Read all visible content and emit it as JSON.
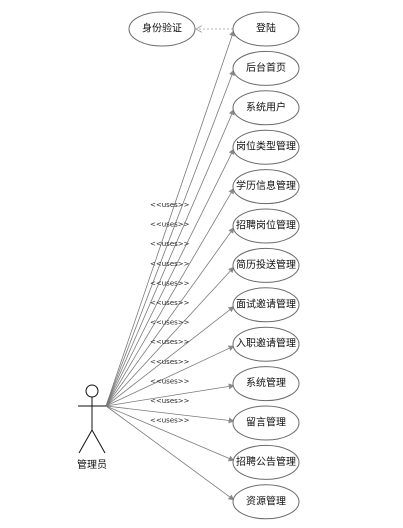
{
  "actor": {
    "label": "管理员",
    "icon": "stick-figure-actor-icon"
  },
  "auth_usecase": {
    "label": "身份验证"
  },
  "usecases": [
    {
      "label": "登陆"
    },
    {
      "label": "后台首页"
    },
    {
      "label": "系统用户"
    },
    {
      "label": "岗位类型管理"
    },
    {
      "label": "学历信息管理"
    },
    {
      "label": "招聘岗位管理"
    },
    {
      "label": "简历投送管理"
    },
    {
      "label": "面试邀请管理"
    },
    {
      "label": "入职邀请管理"
    },
    {
      "label": "系统管理"
    },
    {
      "label": "留言管理"
    },
    {
      "label": "招聘公告管理"
    },
    {
      "label": "资源管理"
    }
  ],
  "stereotype": "<<uses>>",
  "colors": {
    "lines": "#7a7a7a",
    "ellipse_border": "#6b6b6b",
    "text": "#111111"
  }
}
